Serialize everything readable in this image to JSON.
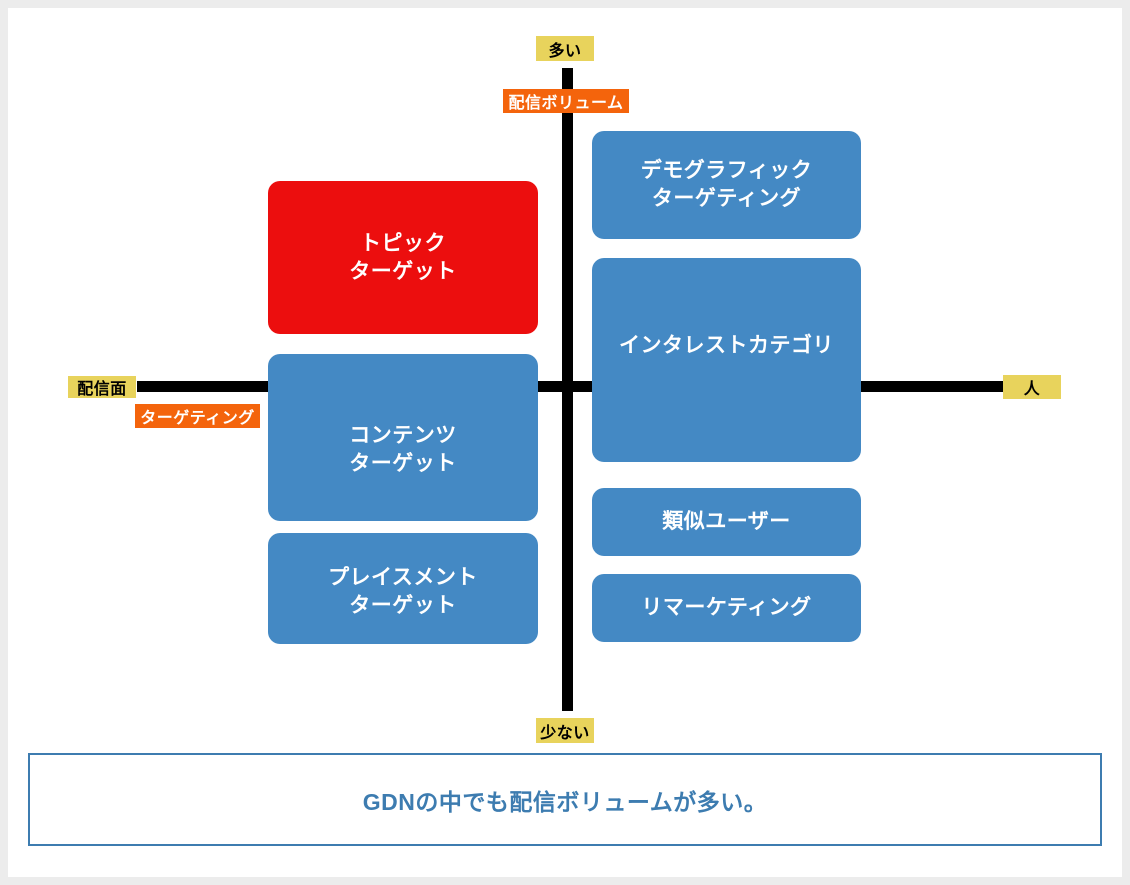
{
  "diagram": {
    "title": "GDN targeting matrix",
    "colors": {
      "blue": "#4489c4",
      "red": "#ec0e0e",
      "yellow": "#e8d35c",
      "orange": "#f4640c",
      "axis": "#000000",
      "caption_accent": "#3d7cb0",
      "page_background": "#ececec",
      "canvas": "#ffffff"
    },
    "axes": {
      "vertical": {
        "name": "配信ボリューム",
        "top_label": "多い",
        "bottom_label": "少ない"
      },
      "horizontal": {
        "name": "ターゲティング",
        "left_label": "配信面",
        "right_label": "人"
      }
    },
    "items": [
      {
        "id": "topic",
        "label": "トピック\nターゲット",
        "color": "red",
        "quadrant": "upper-left"
      },
      {
        "id": "content",
        "label": "コンテンツ\nターゲット",
        "color": "blue",
        "quadrant": "lower-left"
      },
      {
        "id": "placement",
        "label": "プレイスメント\nターゲット",
        "color": "blue",
        "quadrant": "lower-left"
      },
      {
        "id": "demographic",
        "label": "デモグラフィック\nターゲティング",
        "color": "blue",
        "quadrant": "upper-right"
      },
      {
        "id": "interest",
        "label": "インタレストカテゴリ",
        "color": "blue",
        "quadrant": "right-center"
      },
      {
        "id": "similar",
        "label": "類似ユーザー",
        "color": "blue",
        "quadrant": "lower-right"
      },
      {
        "id": "remarketing",
        "label": "リマーケティング",
        "color": "blue",
        "quadrant": "lower-right"
      }
    ],
    "caption": "GDNの中でも配信ボリュームが多い。"
  }
}
